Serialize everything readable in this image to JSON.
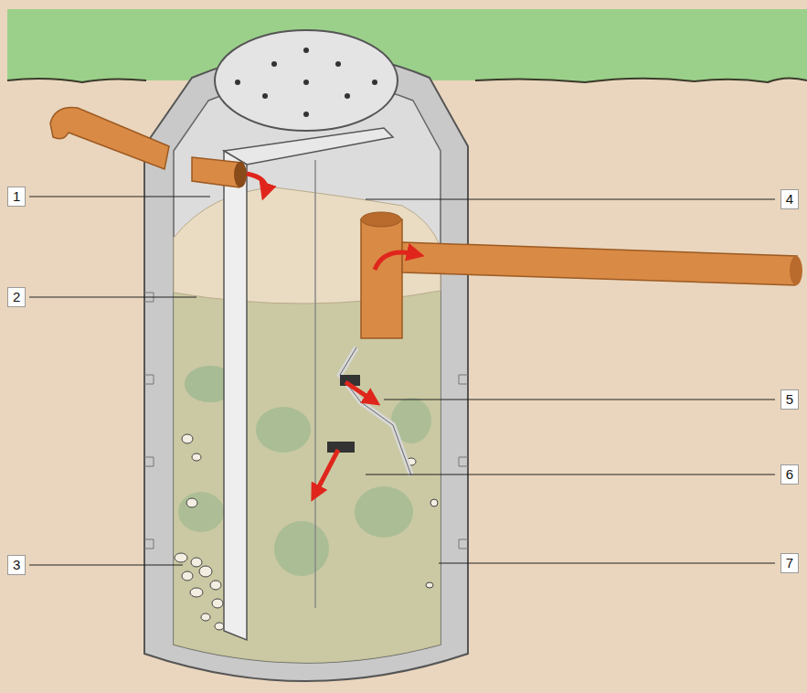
{
  "diagram": {
    "labels": [
      "1",
      "4",
      "2",
      "5",
      "6",
      "3",
      "7"
    ]
  }
}
